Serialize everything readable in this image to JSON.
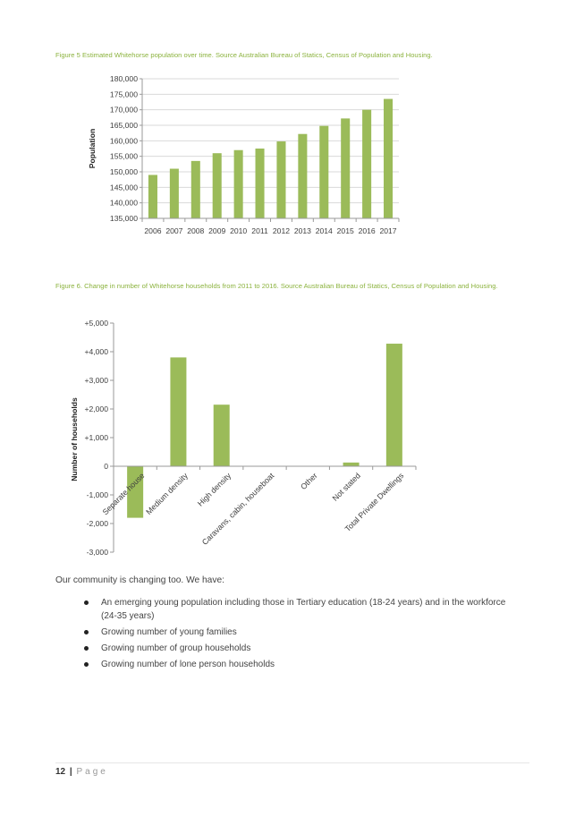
{
  "figure5": {
    "caption": "Figure 5 Estimated Whitehorse population over time. Source Australian Bureau of Statics, Census of Population and Housing."
  },
  "figure6": {
    "caption": "Figure 6. Change in number of Whitehorse households from 2011 to 2016. Source Australian Bureau of Statics, Census of Population and Housing."
  },
  "chart_data": [
    {
      "type": "bar",
      "title": "",
      "xlabel": "",
      "ylabel": "Population",
      "categories": [
        "2006",
        "2007",
        "2008",
        "2009",
        "2010",
        "2011",
        "2012",
        "2013",
        "2014",
        "2015",
        "2016",
        "2017"
      ],
      "values": [
        149000,
        151000,
        153500,
        156000,
        157000,
        157500,
        159800,
        162200,
        164800,
        167200,
        170000,
        173500
      ],
      "ylim": [
        135000,
        180000
      ],
      "yticks": [
        "135,000",
        "140,000",
        "145,000",
        "150,000",
        "155,000",
        "160,000",
        "165,000",
        "170,000",
        "175,000",
        "180,000"
      ],
      "grid": true,
      "color": "#9bbb59"
    },
    {
      "type": "bar",
      "title": "",
      "xlabel": "",
      "ylabel": "Number of households",
      "categories": [
        "Separate house",
        "Medium density",
        "High density",
        "Caravans, cabin, houseboat",
        "Other",
        "Not stated",
        "Total Private Dwellings"
      ],
      "values": [
        -1800,
        3800,
        2150,
        0,
        0,
        130,
        4280
      ],
      "ylim": [
        -3000,
        5000
      ],
      "yticks": [
        "-3,000",
        "-2,000",
        "-1,000",
        "0",
        "+1,000",
        "+2,000",
        "+3,000",
        "+4,000",
        "+5,000"
      ],
      "grid": false,
      "color": "#9bbb59"
    }
  ],
  "body": {
    "intro": "Our community is changing too. We have:",
    "bullets": [
      "An emerging young population including those in Tertiary education (18-24 years) and in the workforce (24-35 years)",
      "Growing number of young families",
      "Growing number of group households",
      "Growing number of lone person households"
    ]
  },
  "footer": {
    "page_number": "12",
    "separator": "|",
    "page_word": "Page"
  }
}
